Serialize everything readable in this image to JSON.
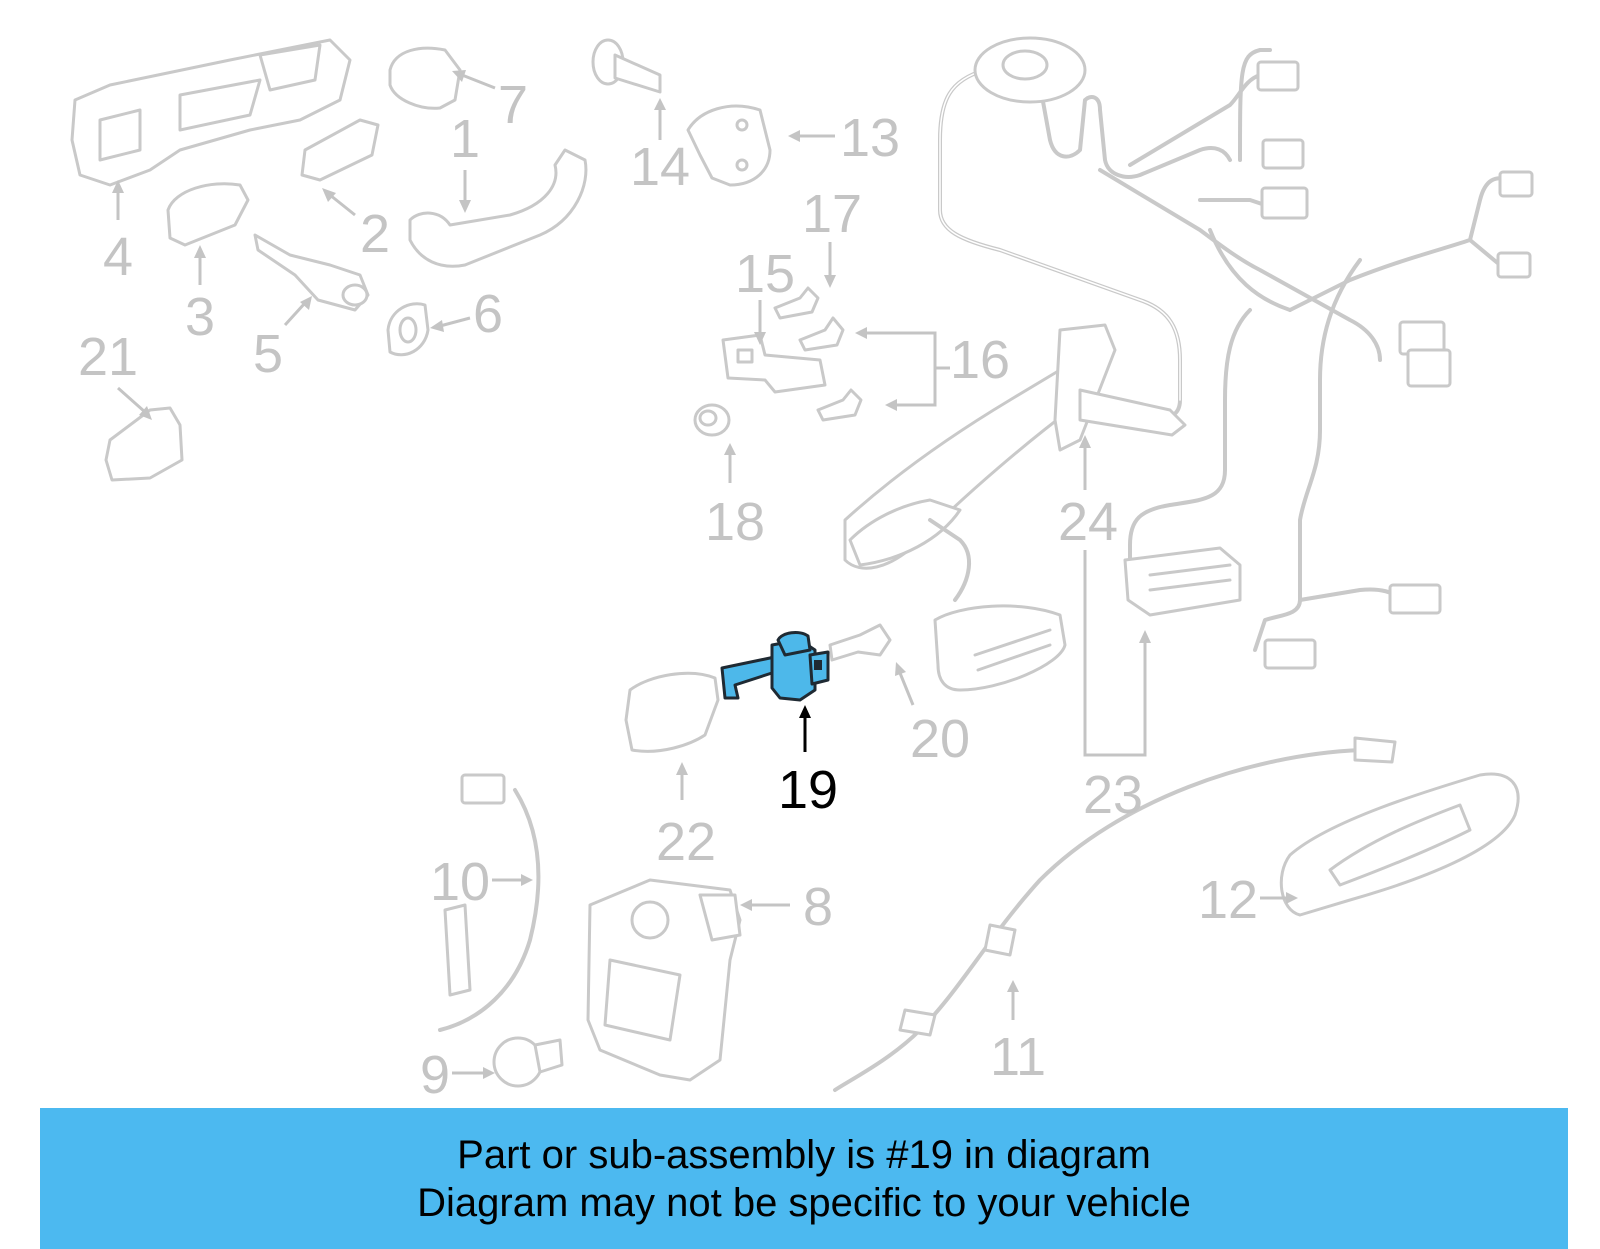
{
  "callouts": [
    {
      "id": "1",
      "label": "1"
    },
    {
      "id": "2",
      "label": "2"
    },
    {
      "id": "3",
      "label": "3"
    },
    {
      "id": "4",
      "label": "4"
    },
    {
      "id": "5",
      "label": "5"
    },
    {
      "id": "6",
      "label": "6"
    },
    {
      "id": "7",
      "label": "7"
    },
    {
      "id": "8",
      "label": "8"
    },
    {
      "id": "9",
      "label": "9"
    },
    {
      "id": "10",
      "label": "10"
    },
    {
      "id": "11",
      "label": "11"
    },
    {
      "id": "12",
      "label": "12"
    },
    {
      "id": "13",
      "label": "13"
    },
    {
      "id": "14",
      "label": "14"
    },
    {
      "id": "15",
      "label": "15"
    },
    {
      "id": "16",
      "label": "16"
    },
    {
      "id": "17",
      "label": "17"
    },
    {
      "id": "18",
      "label": "18"
    },
    {
      "id": "19",
      "label": "19"
    },
    {
      "id": "20",
      "label": "20"
    },
    {
      "id": "21",
      "label": "21"
    },
    {
      "id": "22",
      "label": "22"
    },
    {
      "id": "23",
      "label": "23"
    },
    {
      "id": "24",
      "label": "24"
    }
  ],
  "highlighted_part": "19",
  "banner": {
    "line1": "Part or sub-assembly is #19 in diagram",
    "line2": "Diagram may not be specific to your vehicle"
  },
  "colors": {
    "highlight": "#4db8ea",
    "banner": "#4cb9f0",
    "faded_parts": "#c9c9c9"
  }
}
